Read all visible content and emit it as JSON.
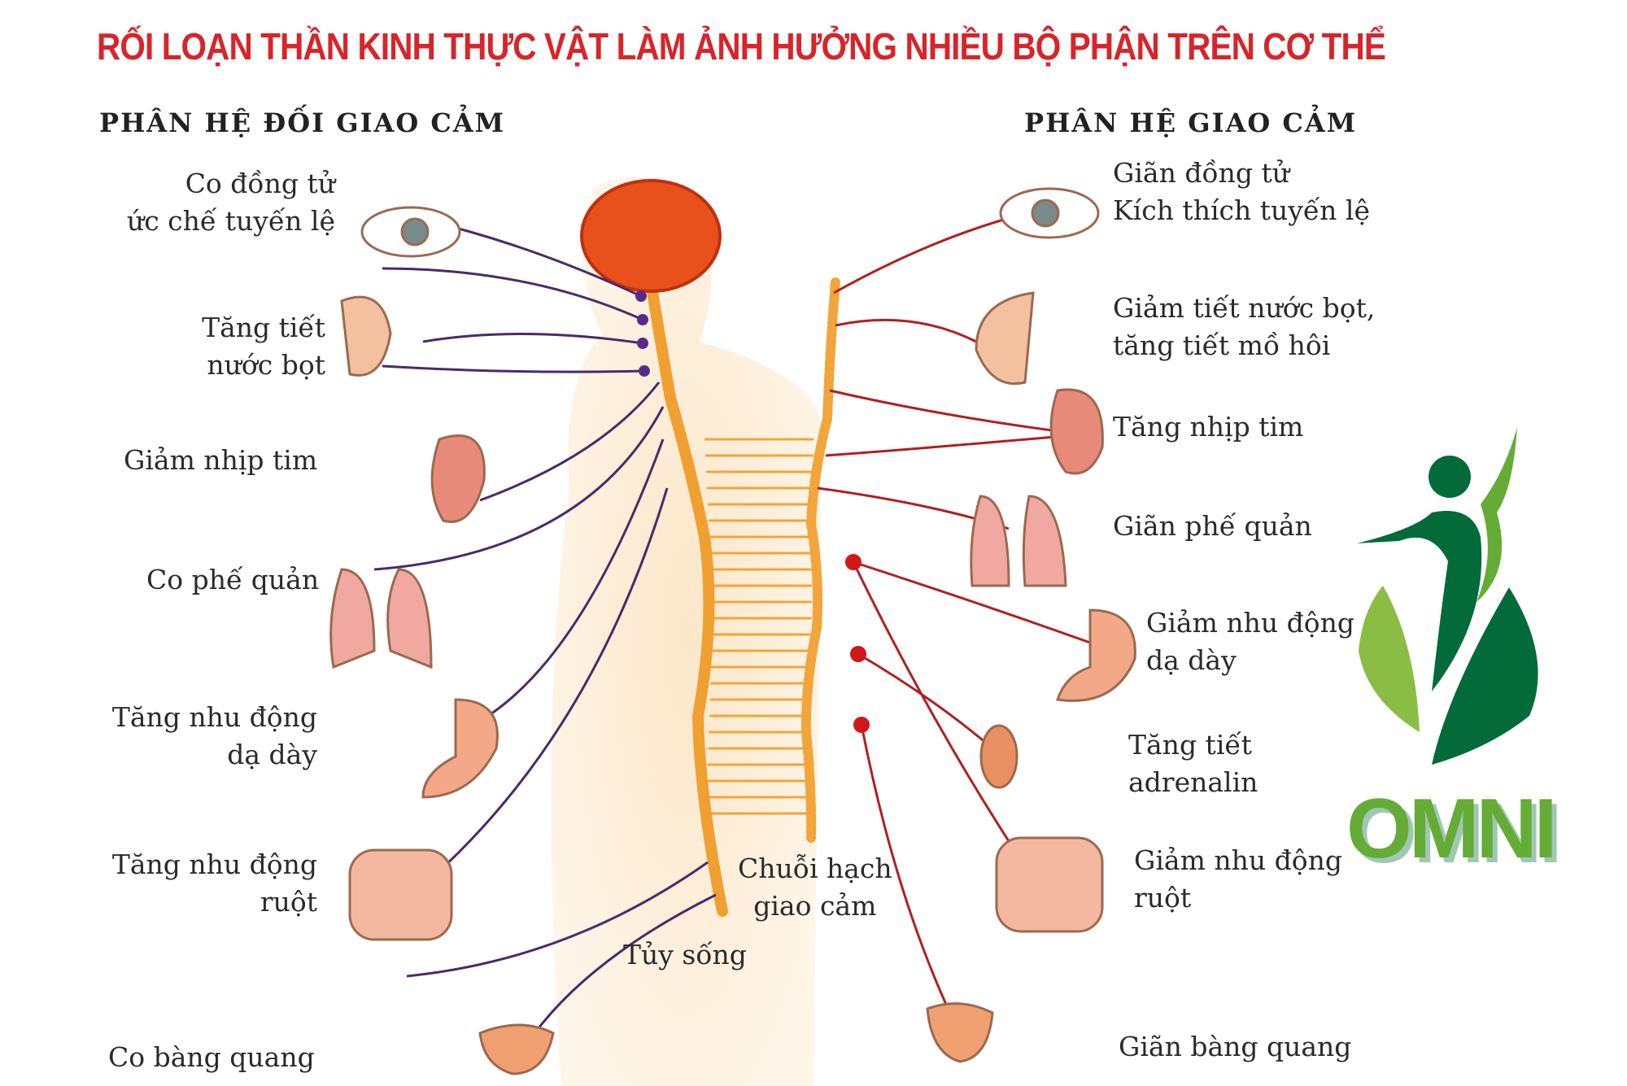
{
  "title": "RỐI LOẠN THẦN KINH THỰC VẬT LÀM ẢNH HƯỞNG NHIỀU BỘ PHẬN TRÊN CƠ THỂ",
  "parasympathetic": {
    "header": "PHÂN HỆ ĐỐI GIAO CẢM",
    "labels": [
      [
        "Co đồng tử",
        "ức chế tuyến lệ"
      ],
      [
        "Tăng tiết",
        "nước bọt"
      ],
      [
        "Giảm nhịp tim"
      ],
      [
        "Co phế quản"
      ],
      [
        "Tăng nhu động",
        "dạ dày"
      ],
      [
        "Tăng nhu động",
        "ruột"
      ],
      [
        "Co bàng quang"
      ]
    ]
  },
  "sympathetic": {
    "header": "PHÂN HỆ GIAO CẢM",
    "labels": [
      [
        "Giãn đồng tử",
        "Kích thích tuyến lệ"
      ],
      [
        "Giảm tiết nước bọt,",
        "tăng tiết mồ hôi"
      ],
      [
        "Tăng nhịp tim"
      ],
      [
        "Giãn phế quản"
      ],
      [
        "Giảm nhu động",
        "dạ dày"
      ],
      [
        "Tăng tiết",
        "adrenalin"
      ],
      [
        "Giảm nhu động",
        "ruột"
      ],
      [
        "Giãn bàng quang"
      ]
    ]
  },
  "center_labels": {
    "chain": [
      "Chuỗi hạch",
      "giao cảm"
    ],
    "spinal_cord": "Tủy sống"
  },
  "logo": {
    "text": "OMNI",
    "dark_green": "#036b3a",
    "light_green": "#64ac35"
  },
  "colors": {
    "title": "#d8242a",
    "parasympathetic_nerve": "#4a2a6a",
    "sympathetic_nerve": "#b02020",
    "spine": "#f0a030"
  }
}
